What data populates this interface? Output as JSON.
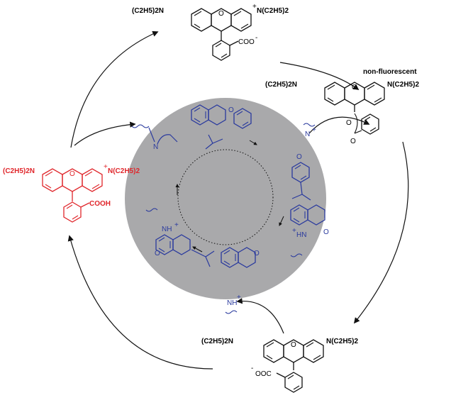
{
  "colors": {
    "black": "#111111",
    "fluorescent": "#e0262b",
    "polymer": "#2a3a9e",
    "disk": "#a9a9ab",
    "dotted": "#111111"
  },
  "top": {
    "left_group": "(C2H5)2N",
    "right_group": "N(C2H5)2",
    "right_charge": "+",
    "acid": "COO",
    "acid_charge": "-"
  },
  "right": {
    "caption": "non-fluorescent",
    "left_group": "(C2H5)2N",
    "right_group": "N(C2H5)2",
    "ring_o": "O",
    "carbonyl_o": "O"
  },
  "bottom": {
    "left_group": "(C2H5)2N",
    "right_group": "N(C2H5)2",
    "acid": "OOC",
    "acid_charge": "-"
  },
  "left": {
    "left_group": "(C2H5)2N",
    "right_group": "N(C2H5)2",
    "right_charge": "+",
    "acid": "COOH"
  },
  "polymer": {
    "n_top": "N",
    "o_top": "O",
    "n_right": "N",
    "n_right_charge": "+",
    "o_right": "O",
    "nh_right_lower": "HN",
    "nh_right_lower_charge": "+",
    "o_right_lower": "O",
    "nh_left": "NH",
    "nh_left_charge": "+",
    "o_left": "O",
    "o_bottom": "O",
    "nh_bottom": "NH",
    "nh_bottom_charge": "+"
  }
}
